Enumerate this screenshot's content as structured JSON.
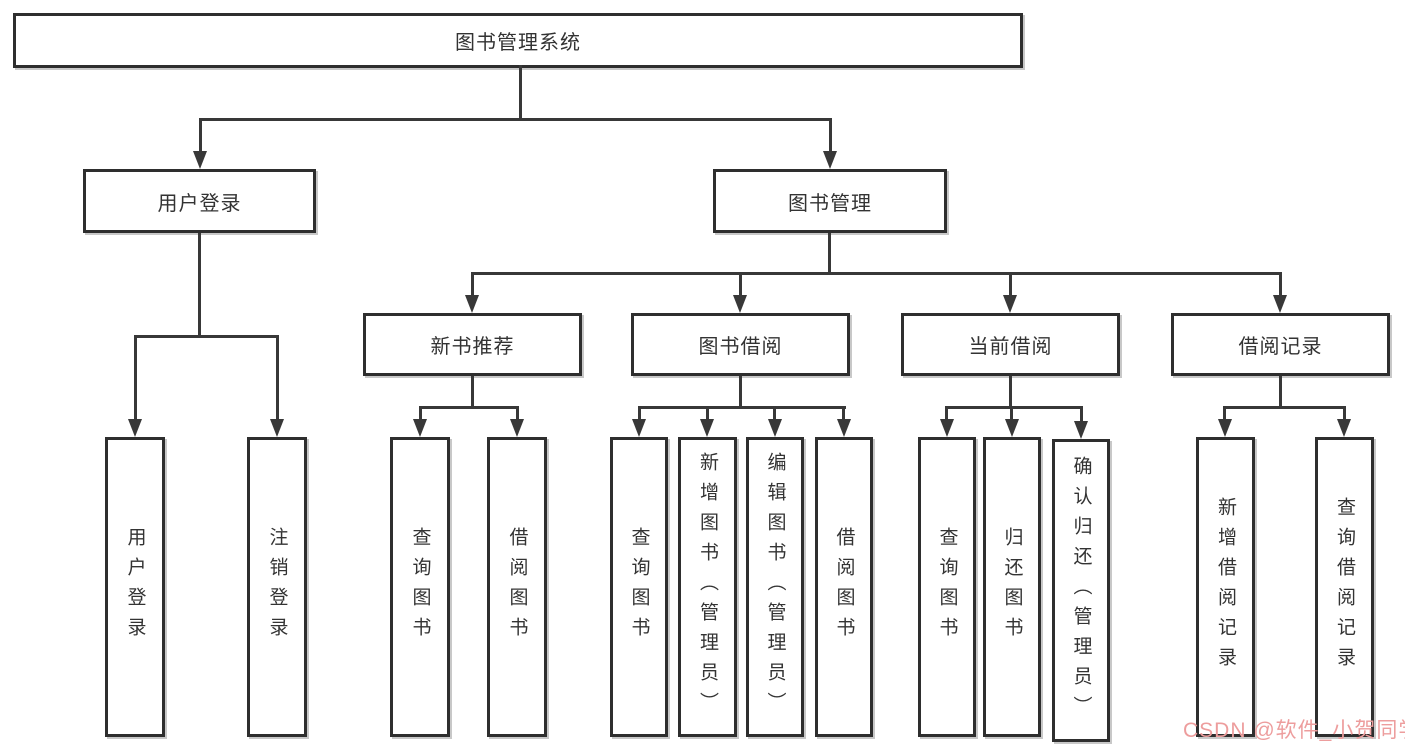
{
  "tree": {
    "label": "图书管理系统",
    "children": [
      {
        "label": "用户登录",
        "children": [
          {
            "label": "用户登录"
          },
          {
            "label": "注销登录"
          }
        ]
      },
      {
        "label": "图书管理",
        "children": [
          {
            "label": "新书推荐",
            "children": [
              {
                "label": "查询图书"
              },
              {
                "label": "借阅图书"
              }
            ]
          },
          {
            "label": "图书借阅",
            "children": [
              {
                "label": "查询图书"
              },
              {
                "label": "新增图书（管理员）"
              },
              {
                "label": "编辑图书（管理员）"
              },
              {
                "label": "借阅图书"
              }
            ]
          },
          {
            "label": "当前借阅",
            "children": [
              {
                "label": "查询图书"
              },
              {
                "label": "归还图书"
              },
              {
                "label": "确认归还（管理员）"
              }
            ]
          },
          {
            "label": "借阅记录",
            "children": [
              {
                "label": "新增借阅记录"
              },
              {
                "label": "查询借阅记录"
              }
            ]
          }
        ]
      }
    ]
  },
  "watermark": {
    "text": "CSDN @软件_小贺同学"
  },
  "colors": {
    "line": "#383838",
    "border": "#2e2e2e",
    "text": "#333333",
    "background": "#ffffff",
    "watermark": "#ed9d9d"
  }
}
